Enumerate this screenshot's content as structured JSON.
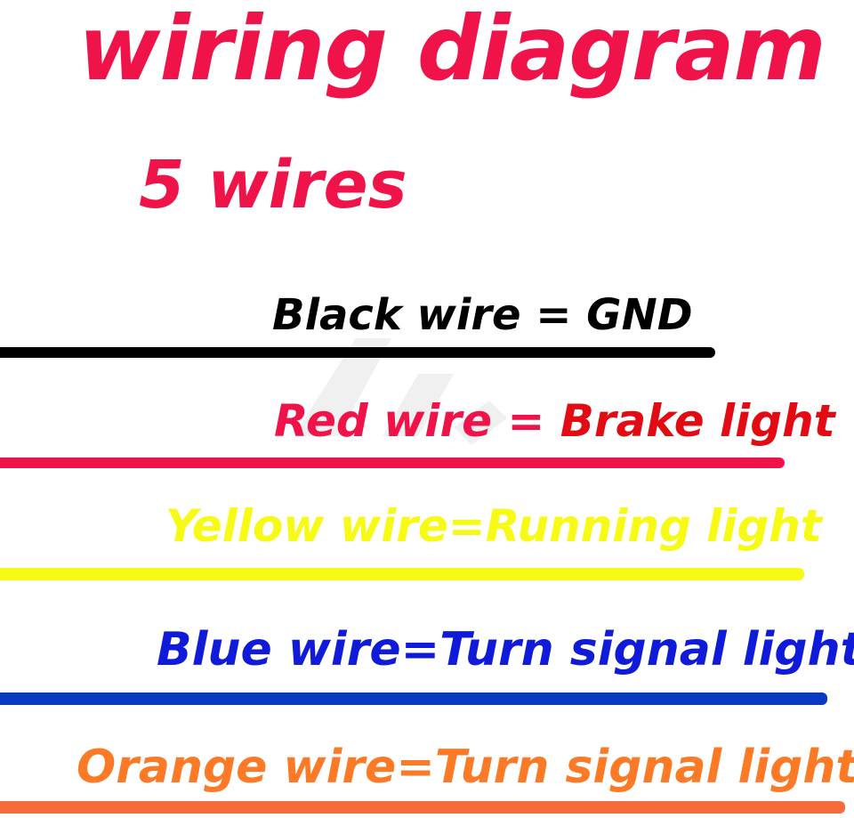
{
  "title": "wiring diagram",
  "subtitle": "5 wires",
  "colors": {
    "title": "#f0134a",
    "black": "#000000",
    "red": "#f0134a",
    "red_function": "#e30b13",
    "yellow": "#f6fa14",
    "blue": "#0f1bd9",
    "blue_line": "#0a3ac4",
    "orange": "#fc7a26",
    "orange_line": "#f76a3c"
  },
  "wires": [
    {
      "label": "Black wire = GND"
    },
    {
      "label_prefix": "Red wire = ",
      "label_function": "Brake light"
    },
    {
      "label": "Yellow wire=Running light"
    },
    {
      "label": "Blue wire=Turn signal light"
    },
    {
      "label": "Orange wire=Turn signal light"
    }
  ]
}
